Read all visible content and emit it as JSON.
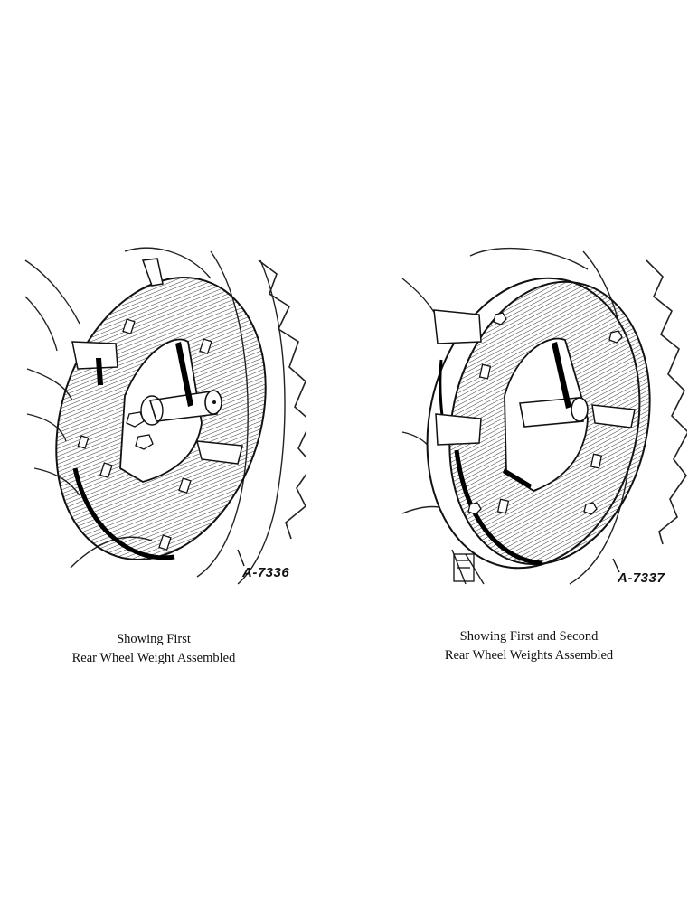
{
  "figures": [
    {
      "code": "A-7336",
      "caption_line1": "Showing First",
      "caption_line2": "Rear Wheel Weight Assembled"
    },
    {
      "code": "A-7337",
      "caption_line1": "Showing First and Second",
      "caption_line2": "Rear Wheel Weights Assembled"
    }
  ],
  "colors": {
    "ink": "#111111",
    "paper": "#ffffff"
  }
}
